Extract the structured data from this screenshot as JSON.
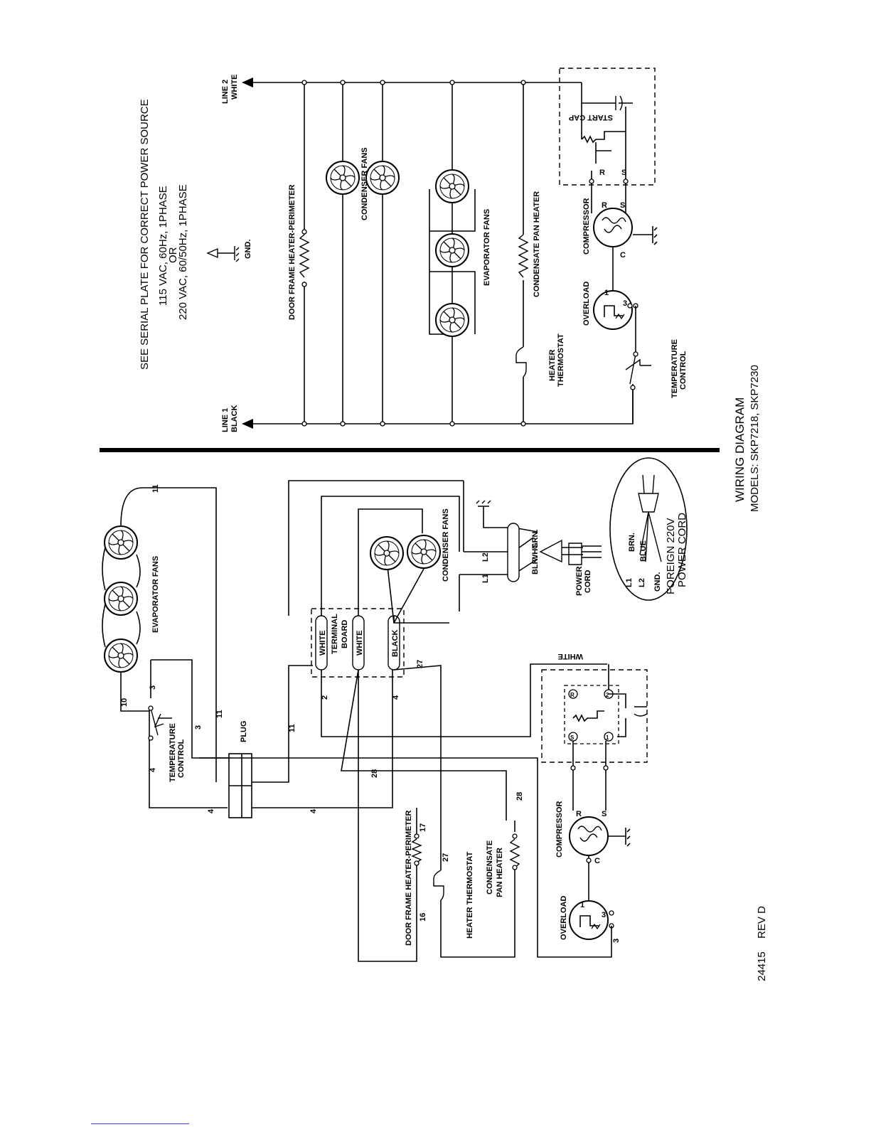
{
  "colors": {
    "ink": "#000000",
    "paper": "#ffffff",
    "link": "#3a3af0"
  },
  "power_note": {
    "line1": "SEE SERIAL PLATE FOR CORRECT POWER SOURCE",
    "line2": "115 VAC, 60Hz, 1PHASE",
    "line3": "OR",
    "line4": "220 VAC, 60/50Hz, 1PHASE"
  },
  "schematic": {
    "line2": [
      "LINE 2",
      "WHITE"
    ],
    "line1": [
      "LINE 1",
      "BLACK"
    ],
    "gnd": "GND.",
    "start_cap": "START CAP",
    "door_heater": "DOOR FRAME HEATER-PERIMETER",
    "condenser_fans": "CONDENSER FANS",
    "evaporator_fans": "EVAPORATOR FANS",
    "condensate_heater": "CONDENSATE PAN HEATER",
    "heater_thermostat": [
      "HEATER",
      "THERMOSTAT"
    ],
    "compressor": "COMPRESSOR",
    "overload": "OVERLOAD",
    "temperature_control": [
      "TEMPERATURE",
      "CONTROL"
    ],
    "r": "R",
    "s": "S",
    "c": "C",
    "one": "1",
    "three": "3"
  },
  "wiring": {
    "evaporator_fans": "EVAPORATOR FANS",
    "temperature_control": [
      "TEMPERATURE",
      "CONTROL"
    ],
    "plug": "PLUG",
    "terminal_board": [
      "TERMINAL",
      "BOARD"
    ],
    "white": "WHITE",
    "black": "BLACK",
    "condenser_fans": "CONDENSER FANS",
    "l1": "L1",
    "l2": "L2",
    "grn": "GRN.",
    "wht": "WHT.",
    "blk": "BLK.",
    "power_cord": [
      "POWER",
      "CORD"
    ],
    "door_heater": "DOOR FRAME HEATER-PERIMETER",
    "heater_thermostat": "HEATER THERMOSTAT",
    "condensate_heater": [
      "CONDENSATE",
      "PAN HEATER"
    ],
    "compressor": "COMPRESSOR",
    "overload": "OVERLOAD",
    "wire_10": "10",
    "wire_11": "11",
    "wire_2": "2",
    "wire_3": "3",
    "wire_4": "4",
    "wire_16": "16",
    "wire_17": "17",
    "wire_27": "27",
    "wire_28": "28",
    "r": "R",
    "s": "S",
    "c": "C",
    "one": "1",
    "two": "2",
    "three": "3"
  },
  "foreign_cord": {
    "l1": "L1",
    "l2": "L2",
    "gnd": "GND.",
    "brn": "BRN.",
    "blue": "BLUE",
    "title": [
      "FOREIGN 220V",
      "POWER CORD"
    ]
  },
  "title_block": {
    "title": "WIRING DIAGRAM",
    "models": "MODELS: SKP7218, SKP7230",
    "doc_number": "24415",
    "revision": "REV D"
  }
}
